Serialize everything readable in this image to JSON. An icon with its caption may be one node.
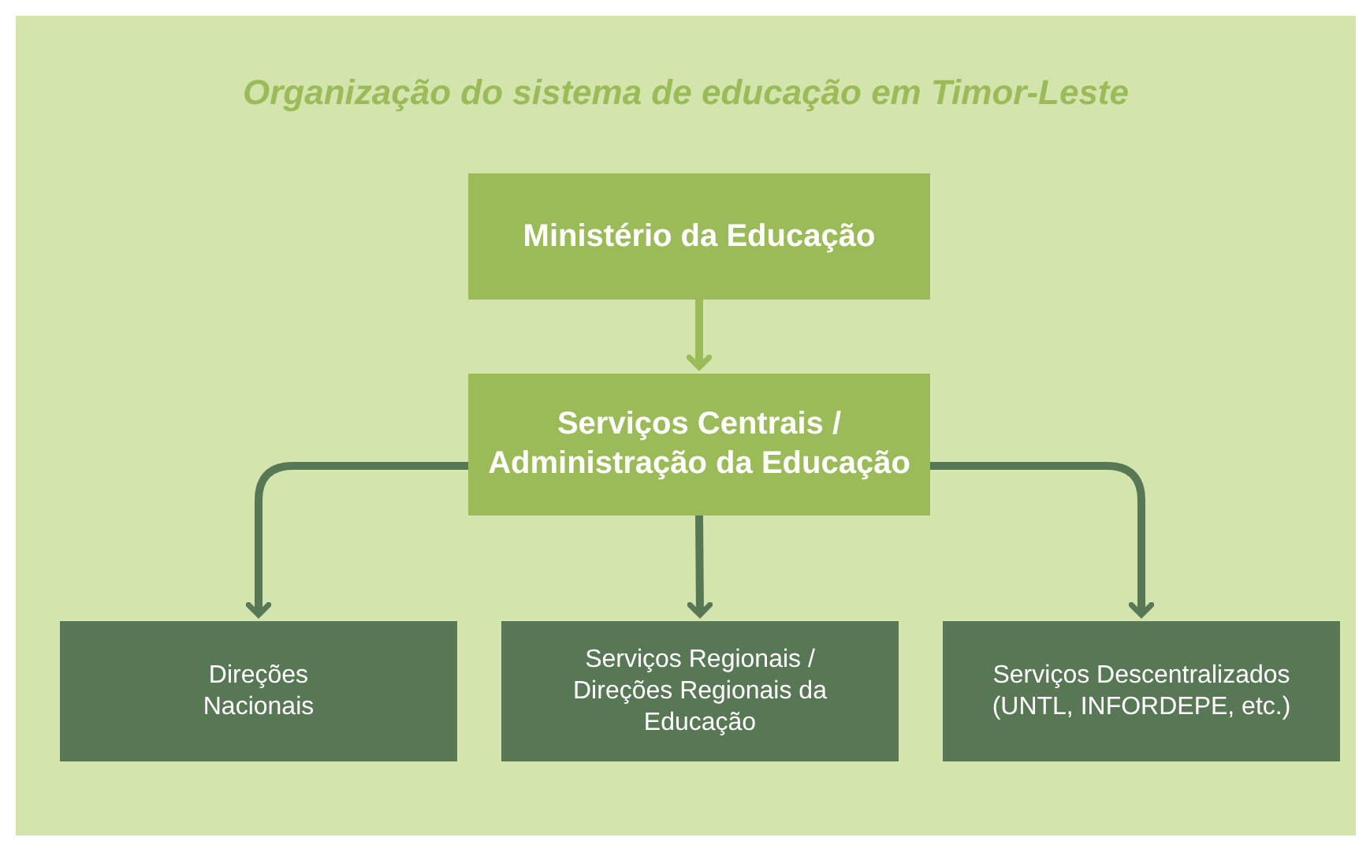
{
  "diagram": {
    "title": "Organização do sistema de educação em Timor-Leste",
    "nodes": [
      {
        "text": [
          "Ministério da Educação"
        ]
      },
      {
        "text": [
          "Serviços Centrais / Administração da Educação"
        ]
      },
      {
        "text": [
          "Direções Nacionais"
        ]
      },
      {
        "text": [
          "Serviços Regionais / Direções Regionais da Educação"
        ]
      },
      {
        "text": [
          "Serviços Descentralizados (UNTL, INFORDEPE, etc.)"
        ]
      }
    ],
    "edges": [
      {
        "from": 0,
        "to": 1,
        "arrow": "to",
        "color": "#9bbb59"
      },
      {
        "from": 1,
        "to": 2,
        "arrow": "to"
      },
      {
        "from": 1,
        "to": 3,
        "arrow": "to"
      },
      {
        "from": 1,
        "to": 4,
        "arrow": "to"
      }
    ]
  }
}
